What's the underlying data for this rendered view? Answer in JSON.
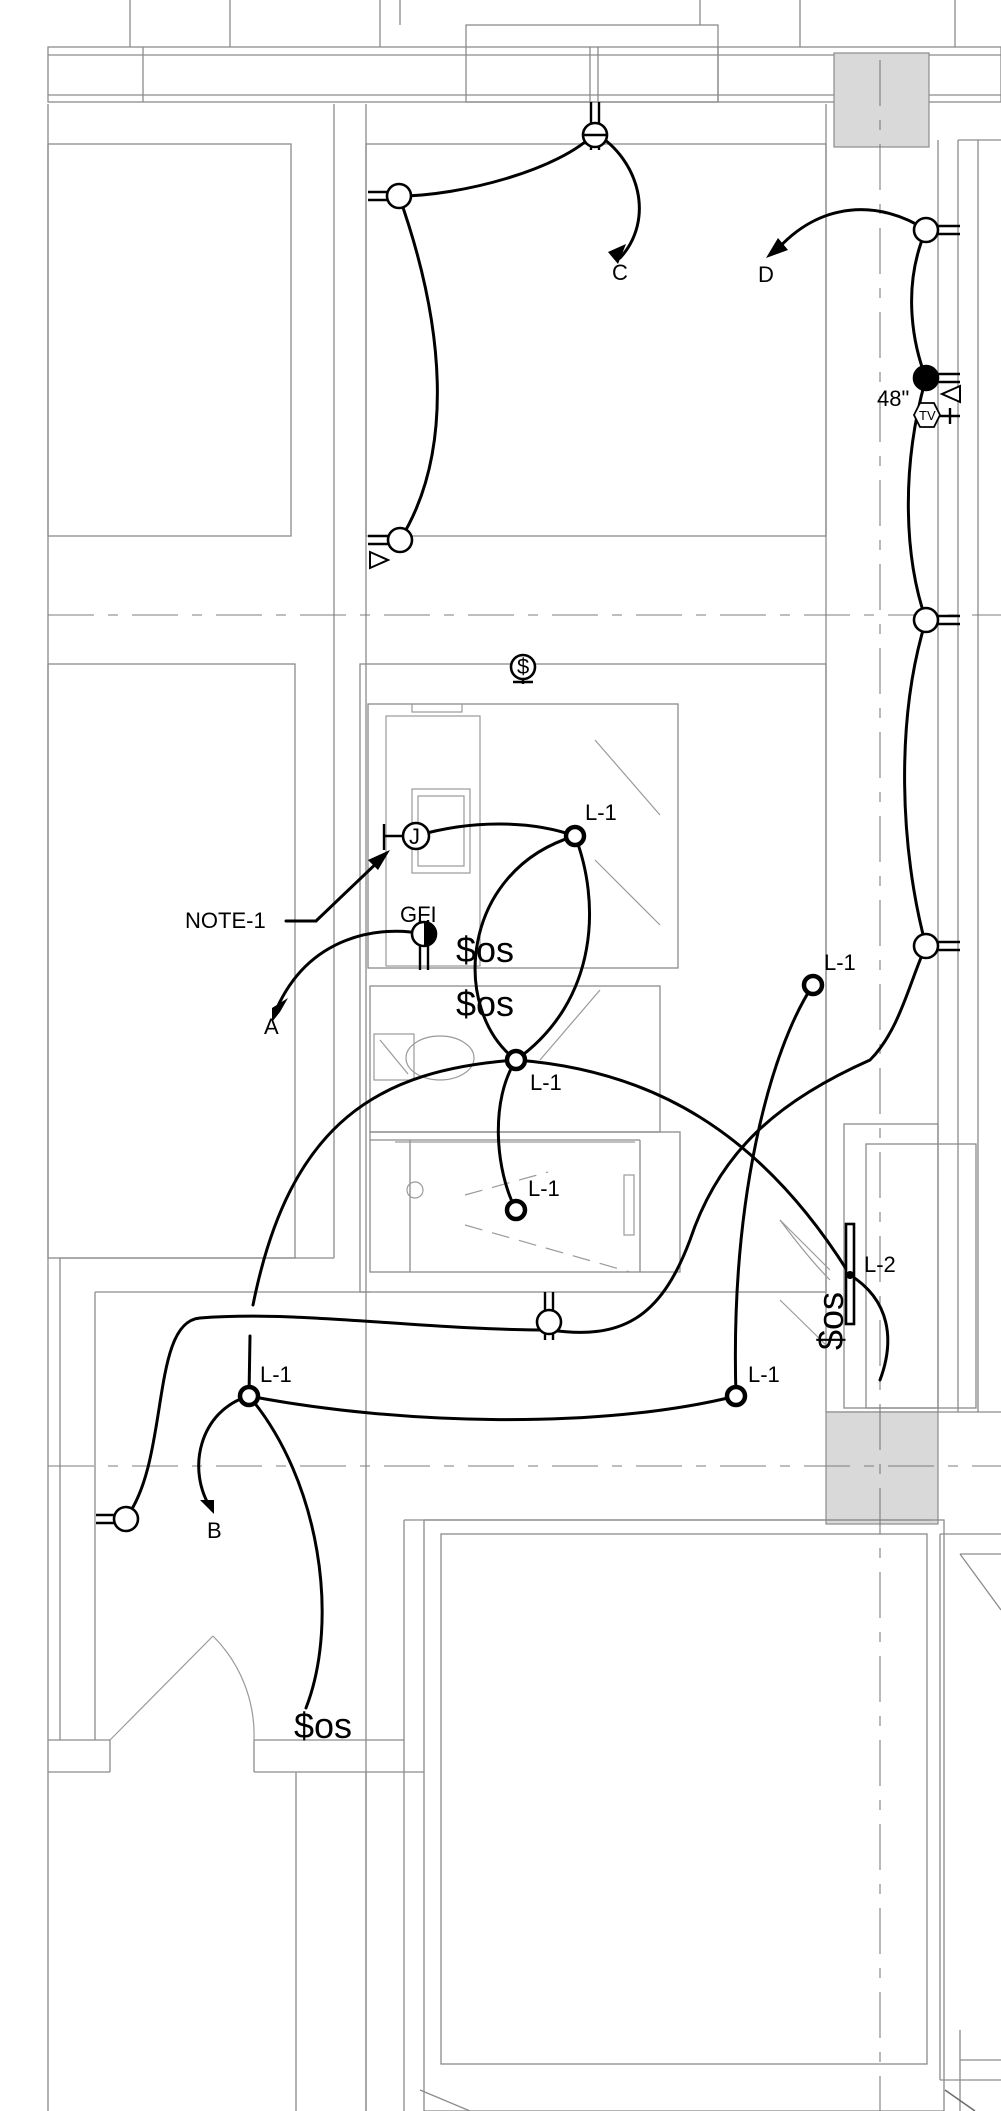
{
  "labels": {
    "note": "NOTE-1",
    "gfi": "GFI",
    "junction": "J",
    "height": "48\"",
    "tv": "TV",
    "switch_symbol": "$",
    "arrow_a": "A",
    "arrow_b": "B",
    "arrow_c": "C",
    "arrow_d": "D",
    "light_1": "L-1",
    "light_2": "L-2",
    "switch_os": "$os"
  }
}
